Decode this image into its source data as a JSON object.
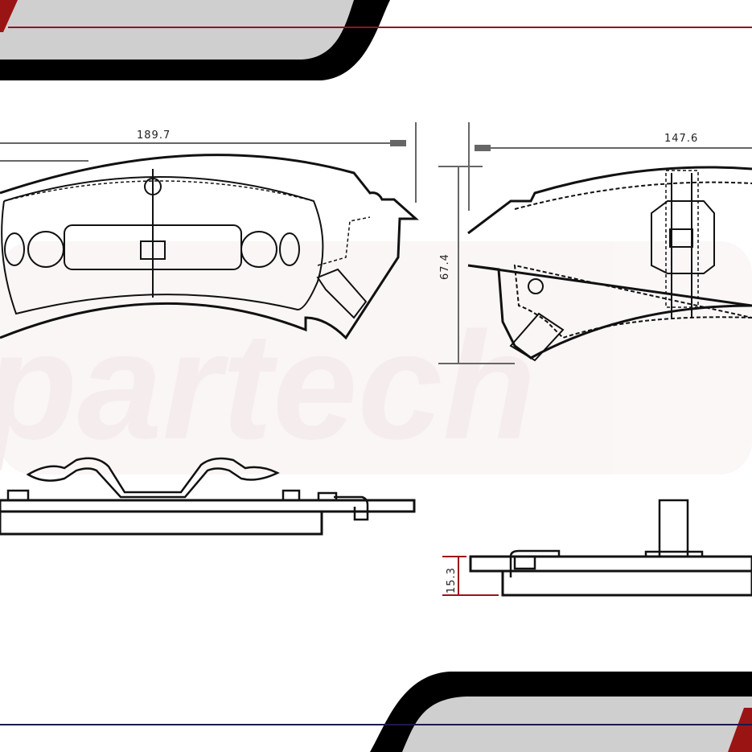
{
  "watermark": "partech",
  "dimensions": {
    "front_pad_width": "189.7",
    "rear_pad_width": "147.6",
    "pad_height": "67.4",
    "pad_thickness": "15.3"
  },
  "colors": {
    "accent_red": "#9b1414",
    "banner_gray": "#cfcfcf",
    "banner_black": "#000000",
    "line": "#111111",
    "dimension_line": "#666666"
  }
}
